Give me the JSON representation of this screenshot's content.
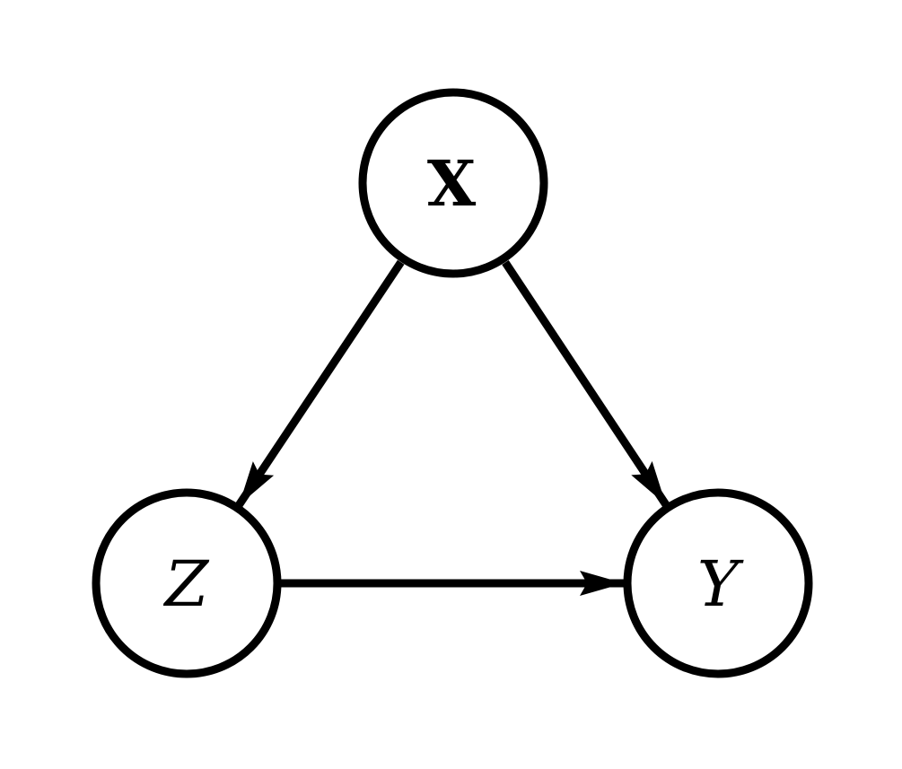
{
  "diagram": {
    "type": "directed-graph",
    "description": "Causal DAG triangle with three nodes",
    "background_color": "#ffffff",
    "stroke_color": "#000000",
    "nodes": [
      {
        "id": "X",
        "label": "X",
        "text_style": "bold-upright",
        "position": "top-center"
      },
      {
        "id": "Z",
        "label": "Z",
        "text_style": "italic",
        "position": "bottom-left"
      },
      {
        "id": "Y",
        "label": "Y",
        "text_style": "italic",
        "position": "bottom-right"
      }
    ],
    "edges": [
      {
        "from": "X",
        "to": "Z",
        "arrow": "filled-triangle"
      },
      {
        "from": "X",
        "to": "Y",
        "arrow": "filled-triangle"
      },
      {
        "from": "Z",
        "to": "Y",
        "arrow": "filled-triangle"
      }
    ]
  }
}
